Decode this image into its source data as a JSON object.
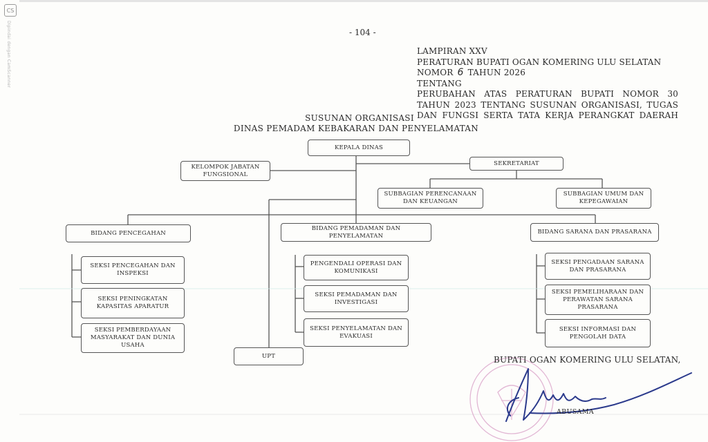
{
  "scanner": {
    "badge": "CS",
    "vertical_text": "Dipindai dengan CamScanner"
  },
  "page_number": "- 104 -",
  "header": {
    "line1": "LAMPIRAN XXV",
    "line2": "PERATURAN BUPATI OGAN KOMERING ULU SELATAN",
    "line3_prefix": "NOMOR",
    "line3_number": "6",
    "line3_suffix": "TAHUN 2026",
    "line4": "TENTANG",
    "line5": "PERUBAHAN ATAS PERATURAN BUPATI NOMOR 30",
    "line6": "TAHUN 2023 TENTANG SUSUNAN ORGANISASI, TUGAS",
    "line7": "DAN FUNGSI SERTA TATA KERJA PERANGKAT DAERAH"
  },
  "chart_title": {
    "line1": "SUSUNAN ORGANISASI",
    "line2": "DINAS PEMADAM KEBAKARAN DAN PENYELAMATAN"
  },
  "org": {
    "kepala": "KEPALA DINAS",
    "fungsional": "KELOMPOK JABATAN FUNGSIONAL",
    "sekretariat": "SEKRETARIAT",
    "subbag_perencanaan": "SUBBAGIAN PERENCANAAN DAN KEUANGAN",
    "subbag_umum": "SUBBAGIAN UMUM DAN KEPEGAWAIAN",
    "bidang_pencegahan": "BIDANG PENCEGAHAN",
    "bidang_pemadaman": "BIDANG PEMADAMAN DAN PENYELAMATAN",
    "bidang_sarana": "BIDANG SARANA DAN PRASARANA",
    "pencegahan_seksi": [
      "SEKSI PENCEGAHAN DAN INSPEKSI",
      "SEKSI PENINGKATAN KAPASITAS APARATUR",
      "SEKSI PEMBERDAYAAN MASYARAKAT DAN DUNIA USAHA"
    ],
    "pemadaman_seksi": [
      "PENGENDALI OPERASI DAN KOMUNIKASI",
      "SEKSI PEMADAMAN DAN INVESTIGASI",
      "SEKSI PENYELAMATAN DAN EVAKUASI"
    ],
    "sarana_seksi": [
      "SEKSI PENGADAAN SARANA DAN PRASARANA",
      "SEKSI PEMELIHARAAN DAN PERAWATAN SARANA PRASARANA",
      "SEKSI INFORMASI DAN PENGOLAH DATA"
    ],
    "upt": "UPT"
  },
  "signature": {
    "title": "BUPATI OGAN KOMERING ULU SELATAN,",
    "name": "ABUSAMA"
  },
  "colors": {
    "ink": "#2a2a2a",
    "line": "#555555",
    "stamp": "#d9a0c8",
    "signature": "#2b3a8c"
  }
}
